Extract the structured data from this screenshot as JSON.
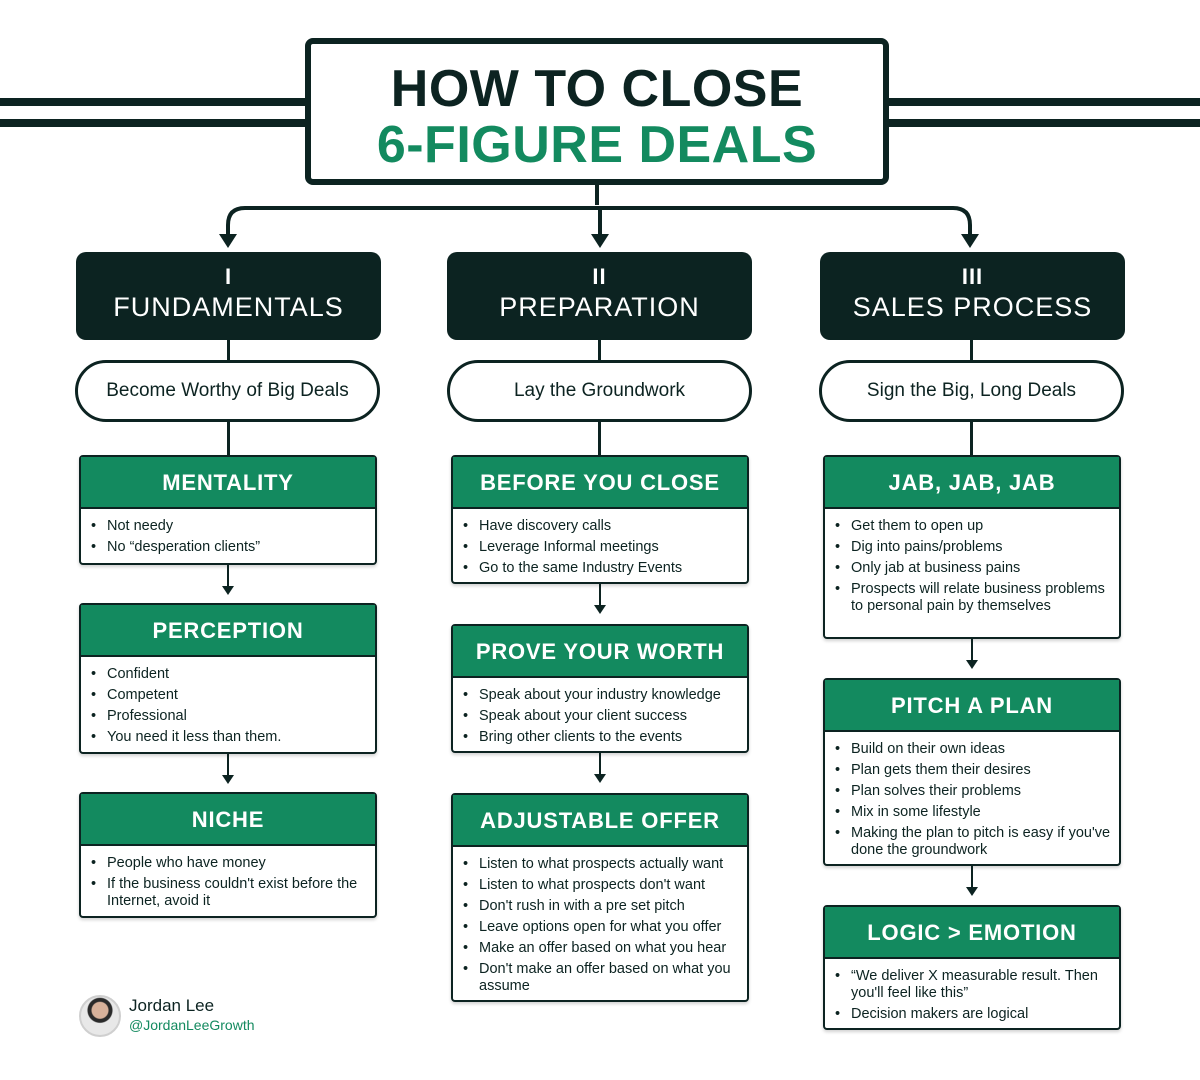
{
  "title": {
    "line1": "HOW TO CLOSE",
    "line2": "6-FIGURE DEALS"
  },
  "colors": {
    "dark": "#0c2321",
    "green": "#138a5f",
    "background": "#ffffff"
  },
  "columns": [
    {
      "numeral": "I",
      "name": "FUNDAMENTALS",
      "tagline": "Become Worthy of Big Deals",
      "cards": [
        {
          "title": "MENTALITY",
          "items": [
            "Not needy",
            "No “desperation clients”"
          ]
        },
        {
          "title": "PERCEPTION",
          "items": [
            "Confident",
            "Competent",
            "Professional",
            "You need it less than them."
          ]
        },
        {
          "title": "NICHE",
          "items": [
            "People who have money",
            "If the business couldn't exist before the Internet, avoid it"
          ]
        }
      ]
    },
    {
      "numeral": "II",
      "name": "PREPARATION",
      "tagline": "Lay the Groundwork",
      "cards": [
        {
          "title": "BEFORE YOU CLOSE",
          "items": [
            "Have discovery calls",
            "Leverage Informal meetings",
            "Go to the same Industry Events"
          ]
        },
        {
          "title": "PROVE YOUR WORTH",
          "items": [
            "Speak about your industry knowledge",
            "Speak about your client success",
            "Bring other clients to the events"
          ]
        },
        {
          "title": "ADJUSTABLE OFFER",
          "items": [
            "Listen to what prospects actually want",
            "Listen to what prospects don't want",
            "Don't rush in with a pre set pitch",
            "Leave options open for what you offer",
            "Make an offer based on what you hear",
            "Don't make an offer based on what you assume"
          ]
        }
      ]
    },
    {
      "numeral": "III",
      "name": "SALES PROCESS",
      "tagline": "Sign the Big, Long Deals",
      "cards": [
        {
          "title": "JAB, JAB, JAB",
          "items": [
            "Get them to open up",
            "Dig into pains/problems",
            "Only jab at business pains",
            "Prospects will relate business problems to personal pain by themselves"
          ]
        },
        {
          "title": "PITCH A PLAN",
          "items": [
            "Build on their own ideas",
            "Plan gets them their desires",
            "Plan solves their problems",
            "Mix in some lifestyle",
            "Making the plan to pitch is easy if you've done the groundwork"
          ]
        },
        {
          "title": "LOGIC > EMOTION",
          "items": [
            "“We deliver X measurable result. Then you'll feel like this”",
            "Decision makers are logical"
          ]
        }
      ]
    }
  ],
  "author": {
    "name": "Jordan Lee",
    "handle": "@JordanLeeGrowth"
  }
}
